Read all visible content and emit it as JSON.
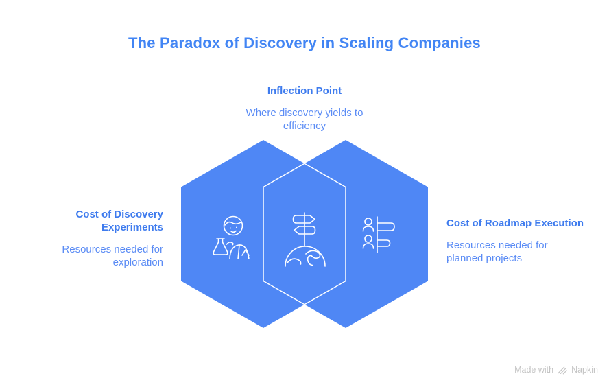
{
  "title": "The Paradox of Discovery in Scaling Companies",
  "nodes": {
    "inflection": {
      "heading_lines": [
        "Inflection Point"
      ],
      "body_lines": [
        "Where discovery yields to",
        "efficiency"
      ]
    },
    "left": {
      "heading_lines": [
        "Cost of Discovery",
        "Experiments"
      ],
      "body_lines": [
        "Resources needed for",
        "exploration"
      ]
    },
    "right": {
      "heading_lines": [
        "Cost of Roadmap Execution"
      ],
      "body_lines": [
        "Resources needed for",
        "planned projects"
      ]
    }
  },
  "icons": {
    "left": "scientist-flask-icon",
    "center": "signpost-globe-icon",
    "right": "team-roadmap-icon"
  },
  "colors": {
    "title": "#4285F4",
    "heading": "#3E7BEE",
    "body_text": "#5B8CF5",
    "hex_fill": "#4F87F5",
    "overlap_stroke": "#FFFFFF",
    "icon_stroke": "#FFFFFF",
    "footer_text": "#C4C4C4"
  },
  "footer": {
    "made_with": "Made with",
    "brand": "Napkin"
  }
}
